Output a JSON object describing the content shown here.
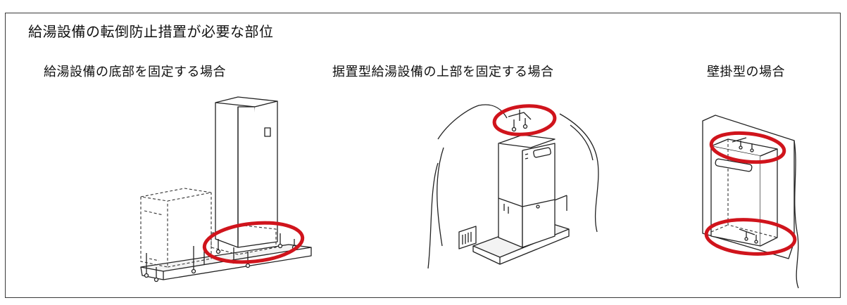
{
  "title": "給湯設備の転倒防止措置が必要な部位",
  "panels": [
    {
      "label": "給湯設備の底部を固定する場合"
    },
    {
      "label": "据置型給湯設備の上部を固定する場合"
    },
    {
      "label": "壁掛型の場合"
    }
  ],
  "colors": {
    "highlight": "#d0141c",
    "frame": "#3a3a3a"
  }
}
